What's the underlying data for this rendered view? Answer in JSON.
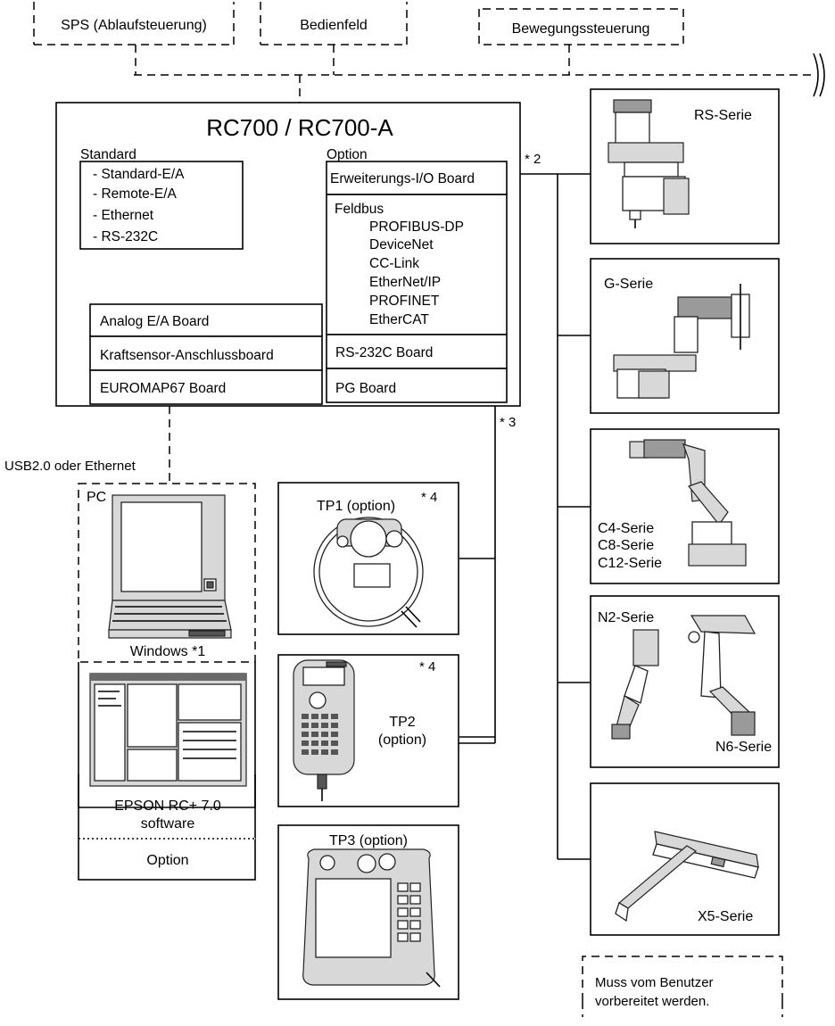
{
  "top_devices": {
    "plc": "SPS (Ablaufsteuerung)",
    "panel": "Bedienfeld",
    "motion": "Bewegungssteuerung"
  },
  "controller": {
    "title": "RC700 / RC700-A",
    "standard_heading": "Standard",
    "standard_items": [
      "- Standard-E/A",
      "- Remote-E/A",
      "- Ethernet",
      "- RS-232C"
    ],
    "option_heading": "Option",
    "expansion_io": "Erweiterungs-I/O Board",
    "fieldbus_heading": "Feldbus",
    "fieldbus_items": [
      "PROFIBUS-DP",
      "DeviceNet",
      "CC-Link",
      "EtherNet/IP",
      "PROFINET",
      "EtherCAT"
    ],
    "rs232c_board": "RS-232C Board",
    "pg_board": "PG Board",
    "analog_board": "Analog E/A Board",
    "force_sensor_board": "Kraftsensor-Anschlussboard",
    "euromap_board": "EUROMAP67 Board"
  },
  "notes": {
    "n2": "* 2",
    "n3": "* 3",
    "n4a": "* 4",
    "n4b": "* 4"
  },
  "pc": {
    "connection": "USB2.0 oder Ethernet",
    "label": "PC",
    "os": "Windows *1",
    "software_line1": "EPSON RC+ 7.0",
    "software_line2": "software",
    "option": "Option"
  },
  "pendants": {
    "tp1": "TP1 (option)",
    "tp2_line1": "TP2",
    "tp2_line2": "(option)",
    "tp3": "TP3 (option)"
  },
  "robots": {
    "rs": "RS-Serie",
    "g": "G-Serie",
    "c4": "C4-Serie",
    "c8": "C8-Serie",
    "c12": "C12-Serie",
    "n2": "N2-Serie",
    "n6": "N6-Serie",
    "x5": "X5-Serie"
  },
  "legend": {
    "line1": "Muss vom Benutzer",
    "line2": "vorbereitet werden."
  }
}
